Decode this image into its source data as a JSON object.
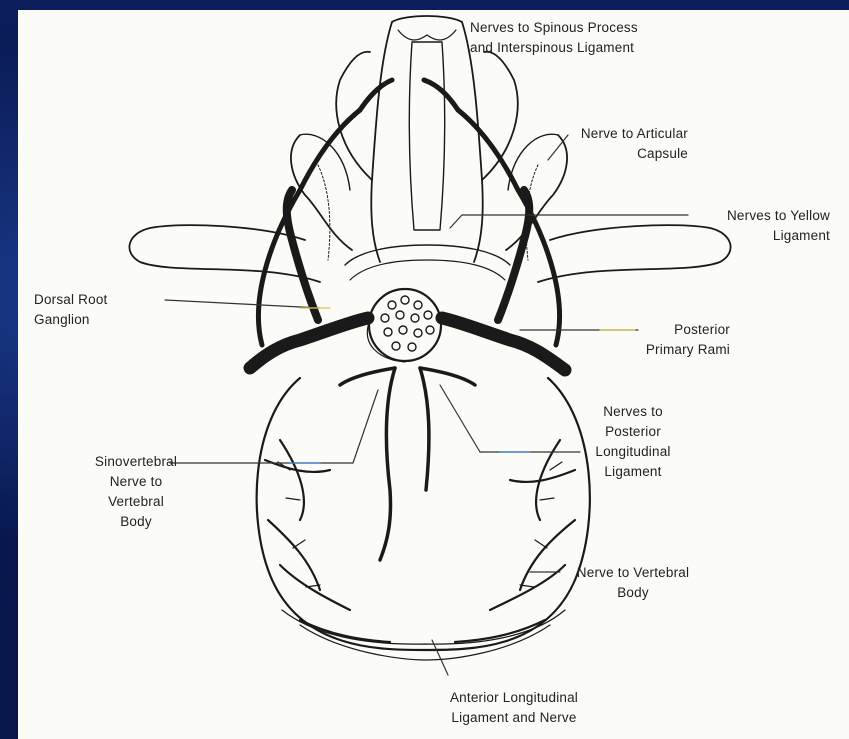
{
  "diagram": {
    "labels": {
      "spinous": "Nerves to Spinous Process\nand Interspinous Ligament",
      "articular": "Nerve to Articular\nCapsule",
      "yellow": "Nerves to Yellow\nLigament",
      "dorsal_root": "Dorsal Root\nGanglion",
      "posterior_rami": "Posterior\nPrimary Rami",
      "posterior_long": "Nerves to\nPosterior\nLongitudinal\nLigament",
      "sinovertebral": "Sinovertebral\nNerve to\nVertebral\nBody",
      "vertebral_body": "Nerve to Vertebral\nBody",
      "anterior_long": "Anterior Longitudinal\nLigament and Nerve"
    },
    "colors": {
      "background": "#0a1c55",
      "paper": "#fbfbf8",
      "ink": "#1a1a1a",
      "leader_accent": "#d8c84a"
    }
  }
}
